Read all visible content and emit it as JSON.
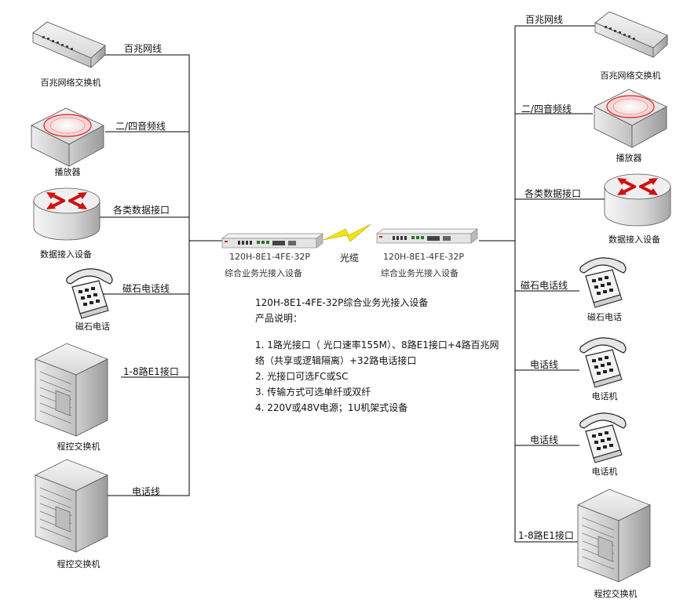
{
  "left": {
    "devices": [
      {
        "name": "百兆网络交换机",
        "line": "百兆网线"
      },
      {
        "name": "播放器",
        "line": "二/四音频线"
      },
      {
        "name": "数据接入设备",
        "line": "各类数据接口"
      },
      {
        "name": "磁石电话",
        "line": "磁石电话线"
      },
      {
        "name": "程控交换机",
        "line": "1-8路E1接口"
      },
      {
        "name": "程控交换机",
        "line": "电话线"
      }
    ]
  },
  "right": {
    "devices": [
      {
        "name": "百兆网络交换机",
        "line": "百兆网线"
      },
      {
        "name": "播放器",
        "line": "二/四音频线"
      },
      {
        "name": "数据接入设备",
        "line": "各类数据接口"
      },
      {
        "name": "磁石电话",
        "line": "磁石电话线"
      },
      {
        "name": "电话机",
        "line": "电话线"
      },
      {
        "name": "电话机",
        "line": "电话线"
      },
      {
        "name": "程控交换机",
        "line": "1-8路E1接口"
      }
    ]
  },
  "center": {
    "device_left": {
      "model": "120H-8E1-4FE-32P",
      "desc": "综合业务光接入设备"
    },
    "device_right": {
      "model": "120H-8E1-4FE-32P",
      "desc": "综合业务光接入设备"
    },
    "link_label": "光缆"
  },
  "description": {
    "title": "120H-8E1-4FE-32P综合业务光接入设备",
    "subtitle": "产品说明：",
    "lines": [
      "1. 1路光接口（ 光口速率155M）、8路E1接口+4路百兆网",
      "络（共享或逻辑隔离）+32路电话接口",
      "2. 光接口可选FC或SC",
      "3. 传输方式可选单纤或双纤",
      "4. 220V或48V电源；1U机架式设备"
    ]
  },
  "colors": {
    "line": "#000000",
    "lightning": "#f2e600",
    "device_body": "#e8e8e8",
    "ring_red": "#e02020"
  }
}
